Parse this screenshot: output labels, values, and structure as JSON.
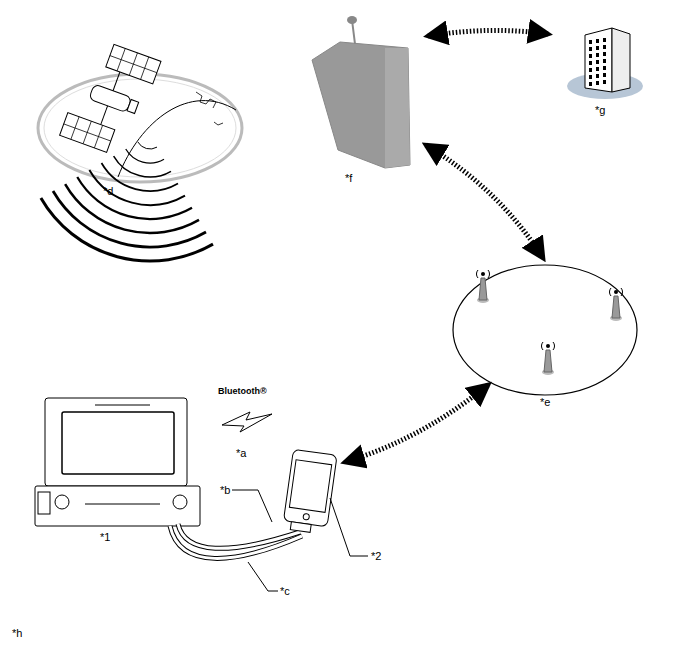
{
  "diagram": {
    "labels": [
      "*d",
      "*f",
      "*g",
      "*e",
      "Bluetooth®",
      "*a",
      "*b",
      "*c",
      "*1",
      "*2",
      "*h"
    ]
  }
}
